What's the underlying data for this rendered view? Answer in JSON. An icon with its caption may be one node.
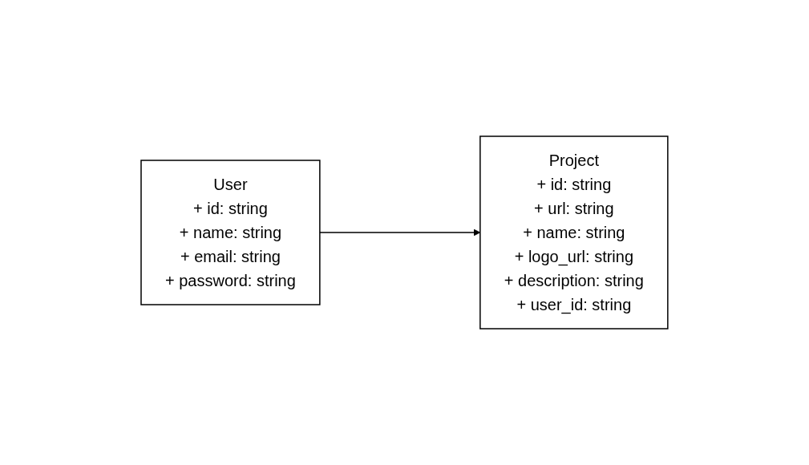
{
  "diagram": {
    "nodes": [
      {
        "text": [
          "User",
          "+ id: string",
          "+ name: string",
          "+ email: string",
          "+ password: string"
        ]
      },
      {
        "text": [
          "Project",
          "+ id: string",
          "+ url: string",
          "+ name: string",
          "+ logo_url: string",
          "+ description: string",
          "+ user_id: string"
        ]
      }
    ],
    "edges": [
      {
        "from": 0,
        "to": 1,
        "arrow": "to"
      }
    ]
  }
}
